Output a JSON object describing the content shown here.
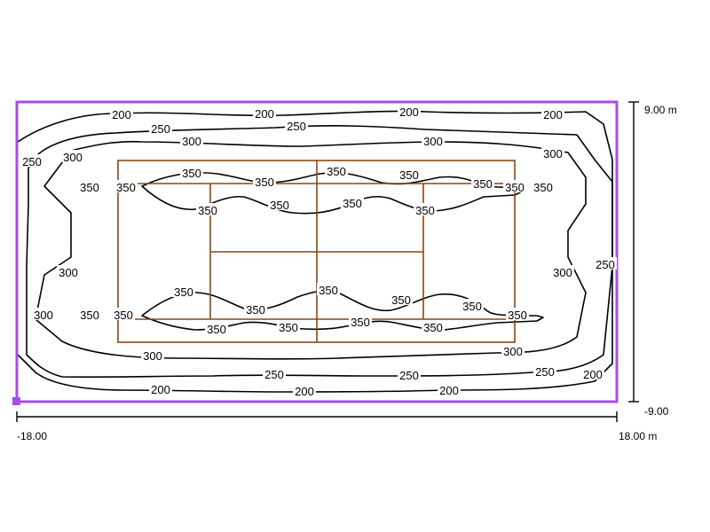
{
  "dimensions": {
    "x_start": "-18.00",
    "x_end": "18.00 m",
    "y_top": "9.00 m",
    "y_bottom": "-9.00"
  },
  "contour_levels": [
    200,
    250,
    300,
    350
  ],
  "colors": {
    "boundary": "#a64ee8",
    "court": "#8b4513",
    "contour": "#000000"
  },
  "labels": {
    "l200": "200",
    "l250": "250",
    "l300": "300",
    "l350": "350"
  }
}
